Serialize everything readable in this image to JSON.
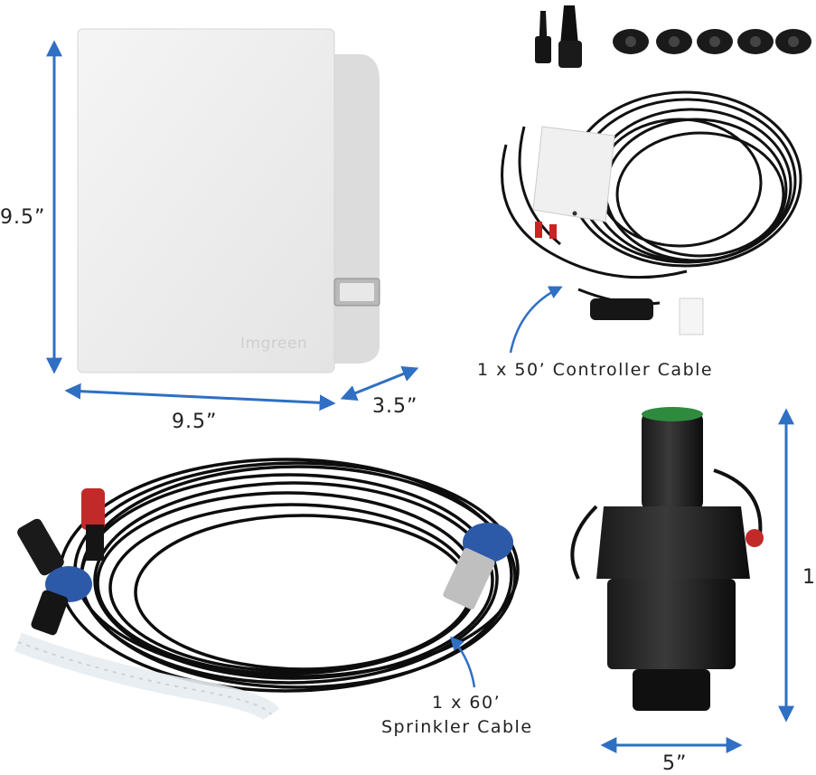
{
  "product": {
    "brand": "Imgreen"
  },
  "dimensions": {
    "controller_height": "9.5”",
    "controller_width": "9.5”",
    "controller_depth": "3.5”",
    "valve_width": "5”",
    "valve_height": "1"
  },
  "captions": {
    "controller_cable": "1 x 50’ Controller Cable",
    "sprinkler_cable_line1": "1 x 60’",
    "sprinkler_cable_line2": "Sprinkler Cable"
  },
  "colors": {
    "arrow": "#2f6fc4",
    "cable": "#111111",
    "box": "#efefef",
    "blue_connector": "#2d5aa8",
    "red_cap": "#d42a2a",
    "green_cap": "#2e8b3e"
  }
}
